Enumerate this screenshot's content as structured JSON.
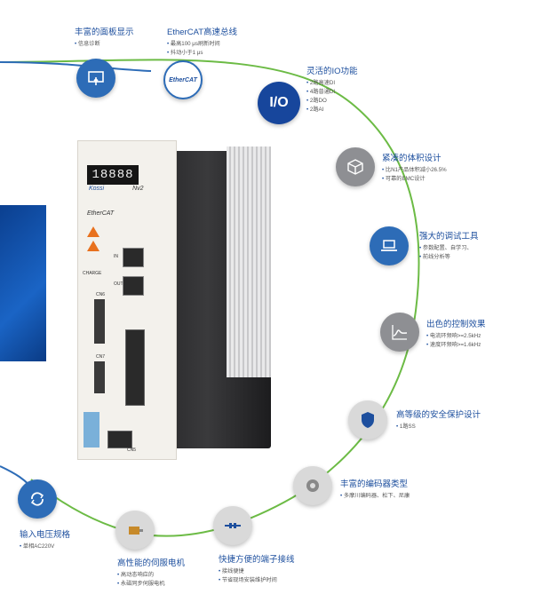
{
  "features": {
    "panel": {
      "title": "丰富的面板显示",
      "bullets": [
        "信息诊断"
      ]
    },
    "ethercat": {
      "title": "EtherCAT高速总线",
      "bullets": [
        "最高100 μs刷新时间",
        "抖动小于1 μs"
      ],
      "badge": "EtherCAT"
    },
    "io": {
      "title": "灵活的IO功能",
      "bullets": [
        "2路高速DI",
        "4路普通DI",
        "2路DO",
        "2路AI"
      ],
      "badge": "I/O"
    },
    "compact": {
      "title": "紧凑的体积设计",
      "bullets": [
        "比N1产品体积减小26.5%",
        "可靠的EMC设计"
      ]
    },
    "tuning": {
      "title": "强大的调试工具",
      "bullets": [
        "参数配置、自学习、",
        "前线分析等"
      ]
    },
    "control": {
      "title": "出色的控制效果",
      "bullets": [
        "电流环频响>=2.5kHz",
        "速度环频响>=1.6kHz"
      ]
    },
    "safety": {
      "title": "高等级的安全保护设计",
      "bullets": [
        "1路SS"
      ]
    },
    "encoder": {
      "title": "丰富的编码器类型",
      "bullets": [
        "多摩川编码器、松下、尼康"
      ]
    },
    "terminal": {
      "title": "快捷方便的端子接线",
      "bullets": [
        "接线便捷",
        "节省现场安装维护时间"
      ]
    },
    "motor": {
      "title": "高性能的伺服电机",
      "bullets": [
        "高动态响应的",
        "永磁同步伺服电机"
      ]
    },
    "voltage": {
      "title": "输入电压规格",
      "bullets": [
        "单相AC220V"
      ]
    }
  },
  "device": {
    "display": "18888",
    "brand": "Kossi",
    "model": "Nv2",
    "ethercat_label": "EtherCAT",
    "labels": {
      "charge": "CHARGE",
      "cn6": "CN6",
      "cn7": "CN7",
      "in": "IN",
      "out": "OUT",
      "cn5": "CN5"
    }
  },
  "colors": {
    "accent": "#1d4f9e",
    "arc_blue": "#2d6cb7",
    "arc_green": "#6cbb45",
    "warning": "#e8711e"
  }
}
